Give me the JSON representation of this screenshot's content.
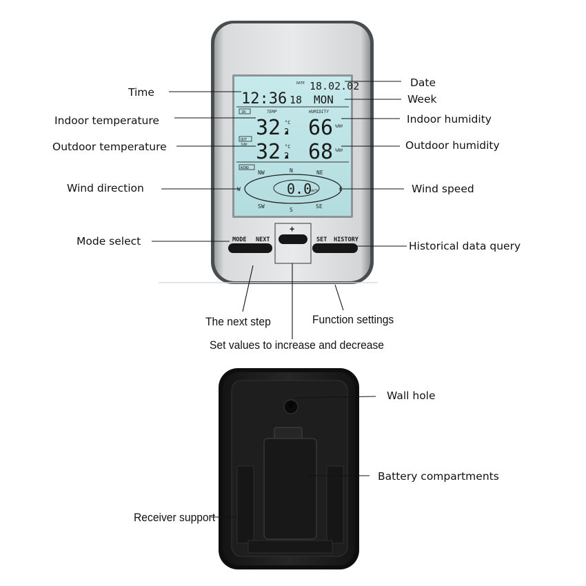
{
  "labels": {
    "time": "Time",
    "indoor_temperature": "Indoor temperature",
    "outdoor_temperature": "Outdoor temperature",
    "wind_direction": "Wind direction",
    "mode_select": "Mode select",
    "date": "Date",
    "week": "Week",
    "indoor_humidity": "Indoor humidity",
    "outdoor_humidity": "Outdoor humidity",
    "wind_speed": "Wind speed",
    "historical_data_query": "Historical data query",
    "the_next_step": "The next step",
    "function_settings": "Function settings",
    "set_values": "Set values to increase and decrease",
    "wall_hole": "Wall hole",
    "battery_compartments": "Battery compartments",
    "receiver_support": "Receiver support"
  },
  "display": {
    "date_tag": "DATE",
    "date": "18.02.02",
    "time": "12:36",
    "seconds": "18",
    "weekday": "MON",
    "in_tag": "IN",
    "out_tag": "OUT",
    "temp_sub": "TEMP",
    "temp_header": "TEMP",
    "humidity_header": "HUMIDITY",
    "indoor_temp": "32.",
    "indoor_temp_dec": "2",
    "outdoor_temp": "32.",
    "outdoor_temp_dec": "2",
    "temp_unit": "°C",
    "indoor_humidity": "66",
    "outdoor_humidity": "68",
    "humidity_unit": "%RH",
    "wind_tag": "WIND",
    "wind_speed": "0.0",
    "wind_unit": "km/h",
    "compass": {
      "n": "N",
      "ne": "NE",
      "e": "E",
      "se": "SE",
      "s": "S",
      "sw": "SW",
      "w": "W",
      "nw": "NW"
    }
  },
  "buttons": {
    "mode": "MODE",
    "next": "NEXT",
    "plus": "+",
    "set": "SET",
    "history": "HISTORY"
  },
  "colors": {
    "lcd_background": "#bfe3e5",
    "device_frame": "#c9cbcc",
    "device_back": "#1c1c1c"
  }
}
